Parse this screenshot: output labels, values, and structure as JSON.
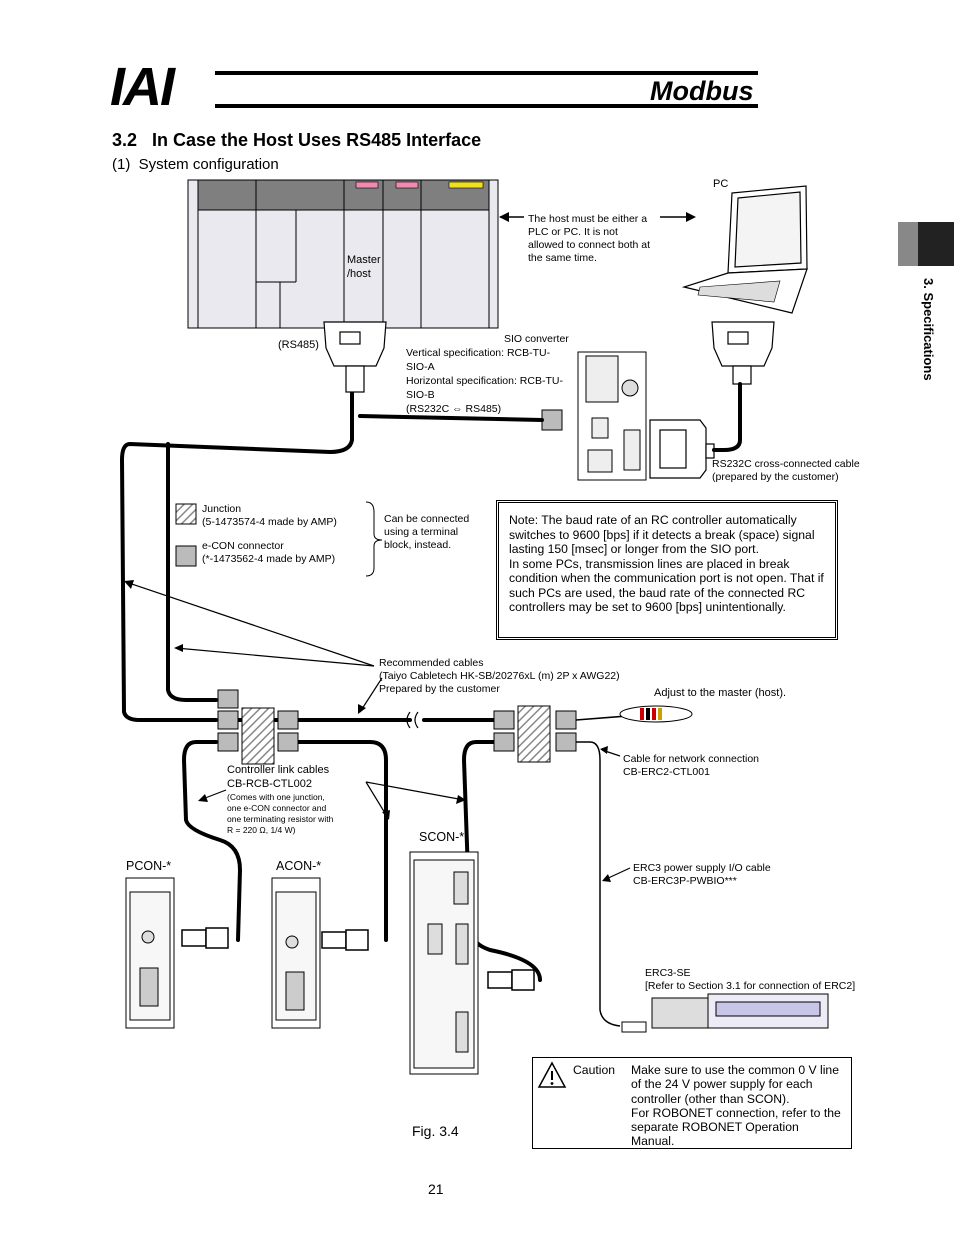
{
  "header": {
    "logo": "IAI",
    "title": "Modbus"
  },
  "section": {
    "heading": "3.2   In Case the Host Uses RS485 Interface",
    "sub": "(1)  System configuration"
  },
  "side_tab": {
    "label": "3. Specifications"
  },
  "labels": {
    "pc": "PC",
    "master": "Master",
    "host": "/host",
    "host_note": [
      "The host must be either a",
      "PLC or PC. It is not",
      "allowed to connect both at",
      "the same time."
    ],
    "rs485": "(RS485)",
    "sio": [
      "SIO converter",
      "Vertical specification: RCB-TU-",
      "SIO-A",
      "Horizontal specification: RCB-TU-",
      "SIO-B",
      "(RS232C ⇔ RS485)"
    ],
    "rs232": [
      "RS232C cross-connected cable",
      "(prepared by the customer)"
    ],
    "junction": [
      "Junction",
      "(5-1473574-4 made by AMP)"
    ],
    "econ": [
      "e-CON connector",
      "(*-1473562-4 made by AMP)"
    ],
    "terminal": [
      "Can be connected",
      "using a terminal",
      "block, instead."
    ],
    "cables": [
      "Recommended cables",
      "(Taiyo Cabletech HK-SB/20276xL (m) 2P x AWG22)",
      "Prepared by the customer"
    ],
    "adjust": "Adjust to the master (host).",
    "link_title": [
      "Controller link cables",
      "CB-RCB-CTL002"
    ],
    "link_note": [
      "(Comes with one junction,",
      "one e-CON connector and",
      "one terminating resistor with",
      "R = 220 Ω, 1/4 W)"
    ],
    "network": [
      "Cable for network connection",
      "CB-ERC2-CTL001"
    ],
    "erc3pwr": [
      "ERC3 power supply I/O cable",
      "CB-ERC3P-PWBIO***"
    ],
    "erc3se": [
      "ERC3-SE",
      "[Refer to Section 3.1 for connection of ERC2]"
    ],
    "pcon": "PCON-*",
    "acon": "ACON-*",
    "scon": "SCON-*",
    "fig": "Fig. 3.4",
    "page": "21"
  },
  "note": [
    "Note: The baud rate of an RC controller automatically",
    "switches to 9600 [bps] if it detects a break (space) signal",
    "lasting 150 [msec] or longer from the SIO port.",
    "In some PCs, transmission lines are placed in break",
    "condition when the communication port is not open. That if",
    "such PCs are used, the baud rate of the connected RC",
    "controllers may be set to 9600 [bps] unintentionally."
  ],
  "caution": {
    "label": "Caution",
    "lines": [
      "Make sure to use the common 0 V line",
      "of the 24 V power supply for each",
      "controller (other than SCON).",
      "For ROBONET connection, refer to the",
      "separate ROBONET Operation",
      "Manual."
    ]
  },
  "colors": {
    "tab_dark": "#222222",
    "pink": "#f08ab0",
    "yellow": "#f0e020",
    "hatch": "#999999"
  }
}
